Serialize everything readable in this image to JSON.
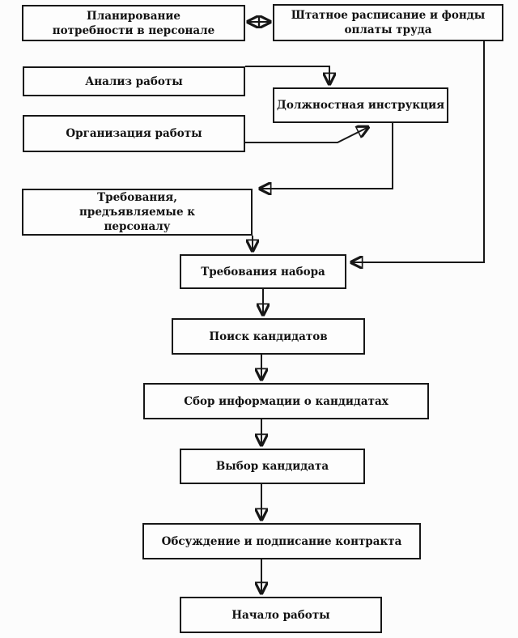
{
  "diagram": {
    "language": "ru",
    "boxes": [
      {
        "id": "planning",
        "label": "Планирование потребности в персонале"
      },
      {
        "id": "staffing",
        "label": "Штатное расписание и фонды оплаты труда"
      },
      {
        "id": "job-analysis",
        "label": "Анализ работы"
      },
      {
        "id": "job-description",
        "label": "Должностная инструкция"
      },
      {
        "id": "work-organization",
        "label": "Организация работы"
      },
      {
        "id": "personnel-requirements",
        "label": "Требования, предъявляемые к персоналу"
      },
      {
        "id": "recruitment-requirements",
        "label": "Требования набора"
      },
      {
        "id": "candidate-search",
        "label": "Поиск кандидатов"
      },
      {
        "id": "candidate-info",
        "label": "Сбор информации о кандидатах"
      },
      {
        "id": "candidate-selection",
        "label": "Выбор кандидата"
      },
      {
        "id": "contract-signing",
        "label": "Обсуждение и подписание контракта"
      },
      {
        "id": "work-start",
        "label": "Начало работы"
      }
    ],
    "connections": [
      {
        "from": "planning",
        "to": "staffing",
        "type": "bidirectional"
      },
      {
        "from": "staffing",
        "to": "recruitment-requirements",
        "type": "arrow"
      },
      {
        "from": "job-analysis",
        "to": "job-description",
        "type": "arrow"
      },
      {
        "from": "work-organization",
        "to": "job-description",
        "type": "arrow"
      },
      {
        "from": "job-description",
        "to": "personnel-requirements",
        "type": "arrow"
      },
      {
        "from": "personnel-requirements",
        "to": "recruitment-requirements",
        "type": "arrow"
      },
      {
        "from": "recruitment-requirements",
        "to": "candidate-search",
        "type": "arrow"
      },
      {
        "from": "candidate-search",
        "to": "candidate-info",
        "type": "arrow"
      },
      {
        "from": "candidate-info",
        "to": "candidate-selection",
        "type": "arrow"
      },
      {
        "from": "candidate-selection",
        "to": "contract-signing",
        "type": "arrow"
      },
      {
        "from": "contract-signing",
        "to": "work-start",
        "type": "arrow"
      }
    ],
    "colors": {
      "background": "#fcfcfc",
      "box_fill": "#fdfdfd",
      "box_border": "#171717",
      "text": "#121212",
      "arrow": "#171717"
    }
  }
}
